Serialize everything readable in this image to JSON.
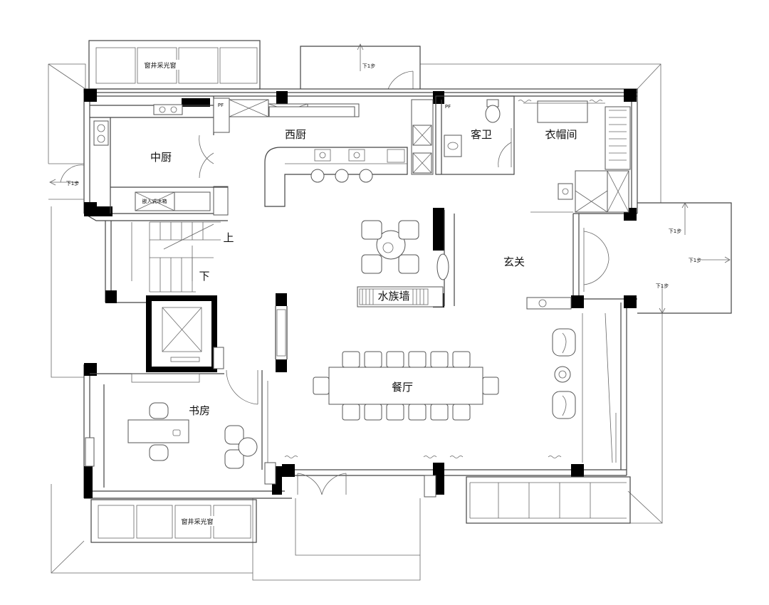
{
  "rooms": {
    "middle_kitchen": "中厨",
    "western_kitchen": "西厨",
    "guest_bath": "客卫",
    "cloakroom": "衣帽间",
    "foyer": "玄关",
    "aquarium_wall": "水族墙",
    "dining_room": "餐厅",
    "study": "书房"
  },
  "labels": {
    "lightwell_top": "窗井采光窗",
    "lightwell_bottom": "窗井采光窗",
    "stairs_up": "上",
    "stairs_down": "下",
    "step_down_top": "下1步",
    "step_down_left": "下1步",
    "step_down_right_1": "下1步",
    "step_down_right_2": "下1步",
    "step_down_right_3": "下1步",
    "builtin_fridge": "嵌入式冰箱",
    "pf_1": "PF",
    "pf_2": "PF"
  }
}
